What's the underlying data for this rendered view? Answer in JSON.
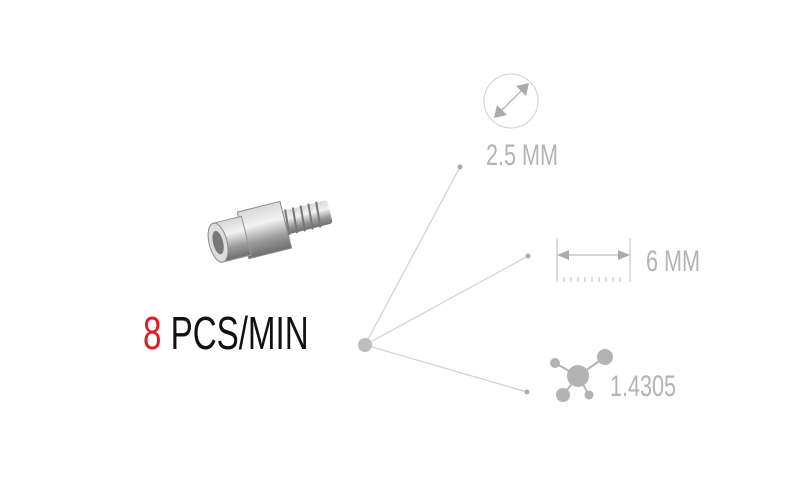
{
  "rate": {
    "number": "8",
    "unit": "PCS/MIN"
  },
  "specs": {
    "diameter": {
      "label": "2.5 MM",
      "icon": "diameter-icon"
    },
    "length": {
      "label": "6 MM",
      "icon": "length-ruler-icon"
    },
    "material": {
      "label": "1.4305",
      "icon": "molecule-icon"
    }
  },
  "colors": {
    "accent": "#e01b24",
    "spec_text": "#b3b3b3",
    "lines": "#cccccc"
  }
}
